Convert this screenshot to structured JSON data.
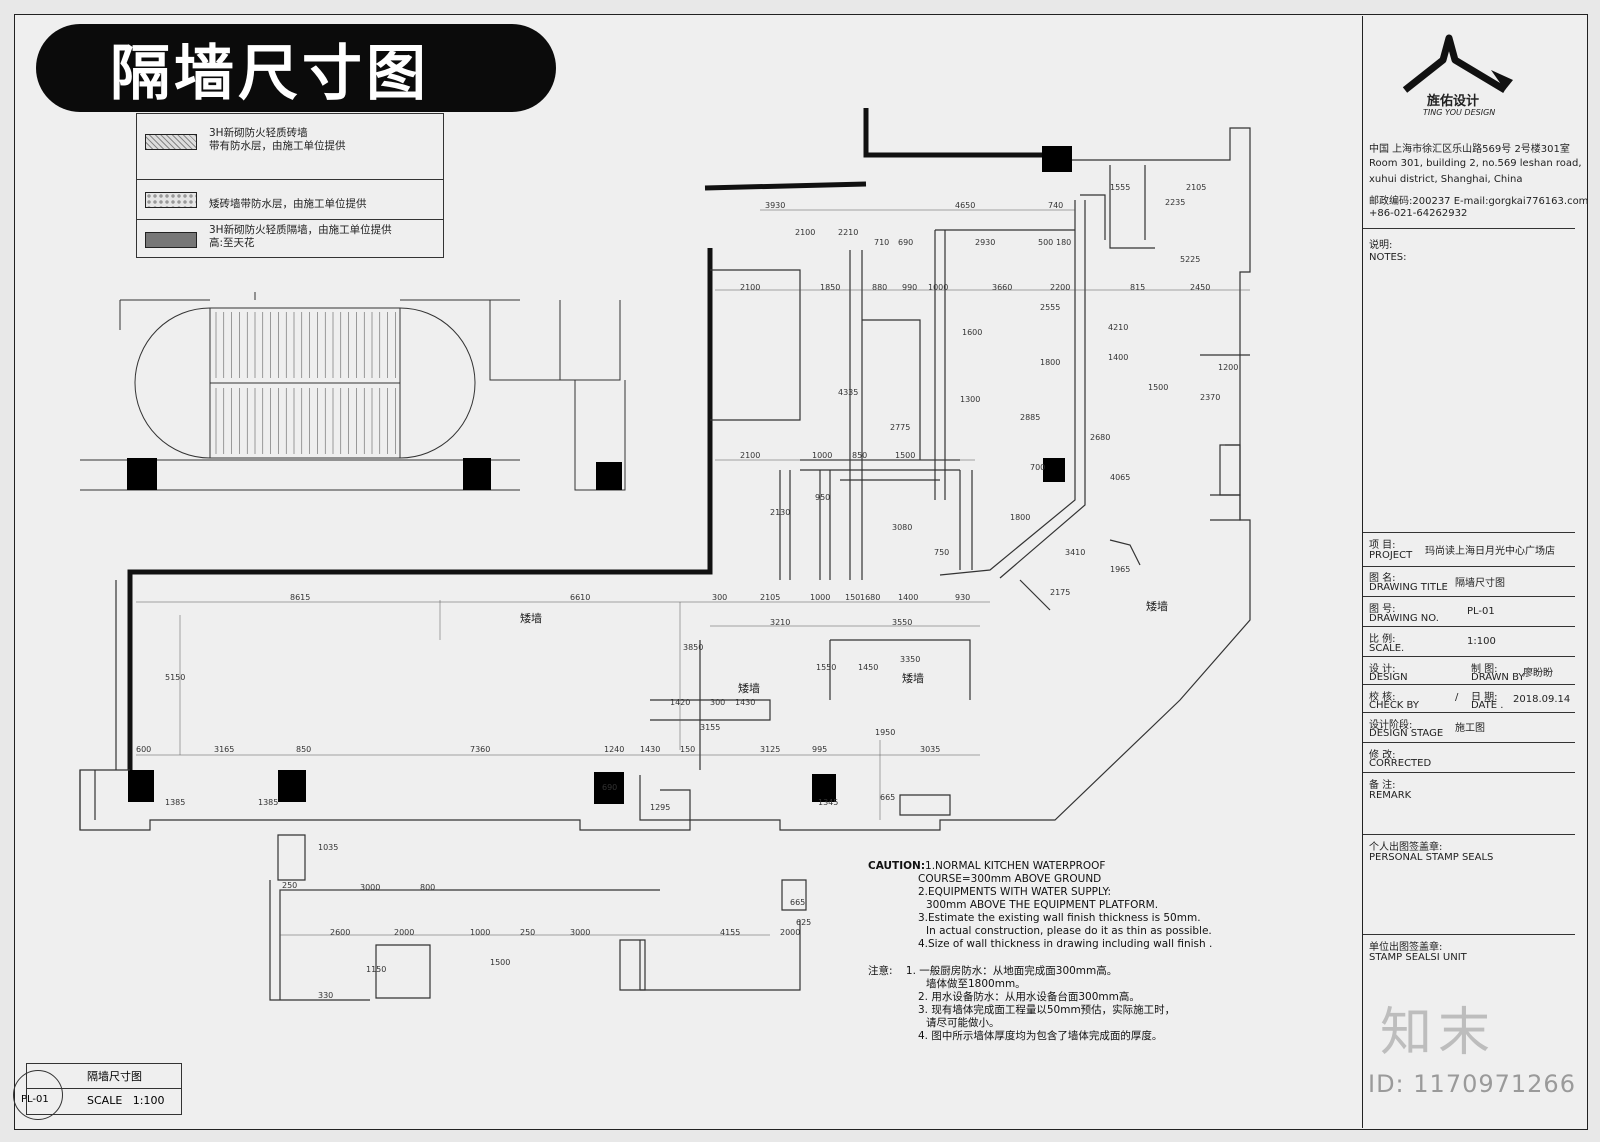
{
  "header": {
    "title": "隔墙尺寸图"
  },
  "legend": [
    {
      "line1": "3H新砌防火轻质砖墙",
      "line2": "带有防水层，由施工单位提供"
    },
    {
      "line1": "矮砖墙带防水层，由施工单位提供",
      "line2": ""
    },
    {
      "line1": "3H新砌防火轻质隔墙，由施工单位提供",
      "line2": "高:至天花"
    }
  ],
  "plan": {
    "low_wall_label": "矮墙",
    "dims": [
      "3930",
      "4650",
      "740",
      "1555",
      "2105",
      "2100",
      "2210",
      "710",
      "690",
      "2930",
      "500",
      "180",
      "2235",
      "5225",
      "2100",
      "1850",
      "880",
      "990",
      "1000",
      "3660",
      "2200",
      "815",
      "2450",
      "4210",
      "1600",
      "2555",
      "1800",
      "4335",
      "2775",
      "2885",
      "1300",
      "1400",
      "2680",
      "1500",
      "2370",
      "1200",
      "2100",
      "1000",
      "850",
      "1500",
      "700",
      "4065",
      "1800",
      "3080",
      "750",
      "2130",
      "950",
      "3410",
      "1965",
      "2175",
      "8615",
      "6610",
      "300",
      "2105",
      "1000",
      "150",
      "1680",
      "1400",
      "930",
      "3210",
      "3550",
      "3350",
      "1550",
      "1450",
      "5150",
      "3850",
      "1420",
      "300",
      "1430",
      "3155",
      "1950",
      "600",
      "3165",
      "850",
      "7360",
      "1240",
      "1430",
      "150",
      "3125",
      "995",
      "3035",
      "1385",
      "1385",
      "1295",
      "690",
      "665",
      "1345",
      "1035",
      "3000",
      "800",
      "250",
      "2600",
      "2000",
      "1000",
      "250",
      "3000",
      "4155",
      "2000",
      "1500",
      "1150",
      "665",
      "625",
      "330"
    ]
  },
  "notes": {
    "caution_title": "CAUTION:",
    "caution_lines": [
      "1.NORMAL KITCHEN WATERPROOF",
      "COURSE=300mm ABOVE GROUND",
      "2.EQUIPMENTS WITH WATER SUPPLY:",
      "300mm ABOVE THE EQUIPMENT PLATFORM.",
      "3.Estimate the existing wall finish thickness is 50mm.",
      "In actual construction, please do it as thin as possible.",
      "4.Size of wall thickness in drawing including wall finish ."
    ],
    "cn_title": "注意:",
    "cn_lines": [
      "1. 一般厨房防水：从地面完成面300mm高。",
      "墙体做至1800mm。",
      "2. 用水设备防水：从用水设备台面300mm高。",
      "3. 现有墙体完成面工程量以50mm预估，实际施工时，",
      "请尽可能做小。",
      "4. 图中所示墙体厚度均为包含了墙体完成面的厚度。"
    ]
  },
  "drawing_label": {
    "name": "隔墙尺寸图",
    "code": "PL-01",
    "scale_label": "SCALE",
    "scale_value": "1:100"
  },
  "title_block": {
    "logo_cn": "旌佑设计",
    "logo_en": "TING YOU DESIGN",
    "address_cn": "中国 上海市徐汇区乐山路569号 2号楼301室",
    "address_en1": "Room 301, building 2, no.569 leshan road,",
    "address_en2": "xuhui district, Shanghai, China",
    "postcode": "邮政编码:200237  E-mail:gorgkai776163.com",
    "phone": "+86-021-64262932",
    "notes_cn": "说明:",
    "notes_en": "NOTES:",
    "project_cn": "项 目:",
    "project_en": "PROJECT",
    "project_val": "玛尚读上海日月光中心广场店",
    "title_cn": "图 名:",
    "title_en": "DRAWING TITLE",
    "title_val": "隔墙尺寸图",
    "no_cn": "图 号:",
    "no_en": "DRAWING NO.",
    "no_val": "PL-01",
    "scale_cn": "比 例:",
    "scale_en": "SCALE.",
    "scale_val": "1:100",
    "design_cn": "设 计:",
    "design_en": "DESIGN",
    "drawn_cn": "制 图:",
    "drawn_en": "DRAWN BY",
    "drawn_val": "廖盼盼",
    "check_cn": "校 核:",
    "check_en": "CHECK BY",
    "check_val": "/",
    "date_cn": "日 期:",
    "date_en": "DATE .",
    "date_val": "2018.09.14",
    "stage_cn": "设计阶段:",
    "stage_en": "DESIGN STAGE",
    "stage_val": "施工图",
    "corrected_cn": "修 改:",
    "corrected_en": "CORRECTED",
    "remark_cn": "备 注:",
    "remark_en": "REMARK",
    "stamp_cn": "个人出图签盖章:",
    "stamp_en": "PERSONAL STAMP SEALS",
    "unit_cn": "单位出图签盖章:",
    "unit_en": "STAMP SEALSI UNIT"
  },
  "watermark": {
    "brand": "知末",
    "id": "ID: 1170971266"
  }
}
